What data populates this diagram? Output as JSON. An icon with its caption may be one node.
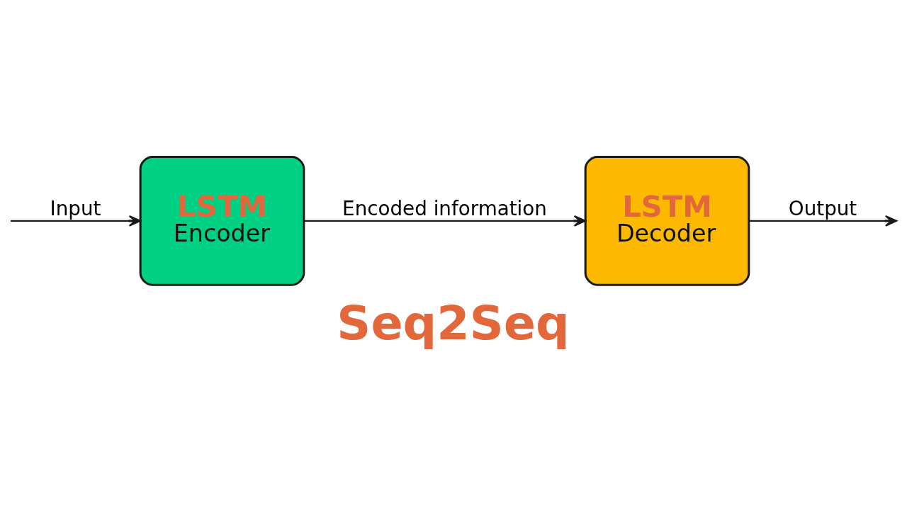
{
  "diagram": {
    "caption": "Seq2Seq",
    "nodes": [
      {
        "text": [
          "LSTM",
          "Encoder"
        ]
      },
      {
        "text": [
          "LSTM",
          "Decoder"
        ]
      }
    ],
    "edges": [
      {
        "from": null,
        "to": 0,
        "arrow": "to",
        "label": "Input"
      },
      {
        "from": 0,
        "to": 1,
        "arrow": "to",
        "label": "Encoded information"
      },
      {
        "from": 1,
        "to": null,
        "arrow": "to",
        "label": "Output"
      }
    ]
  }
}
